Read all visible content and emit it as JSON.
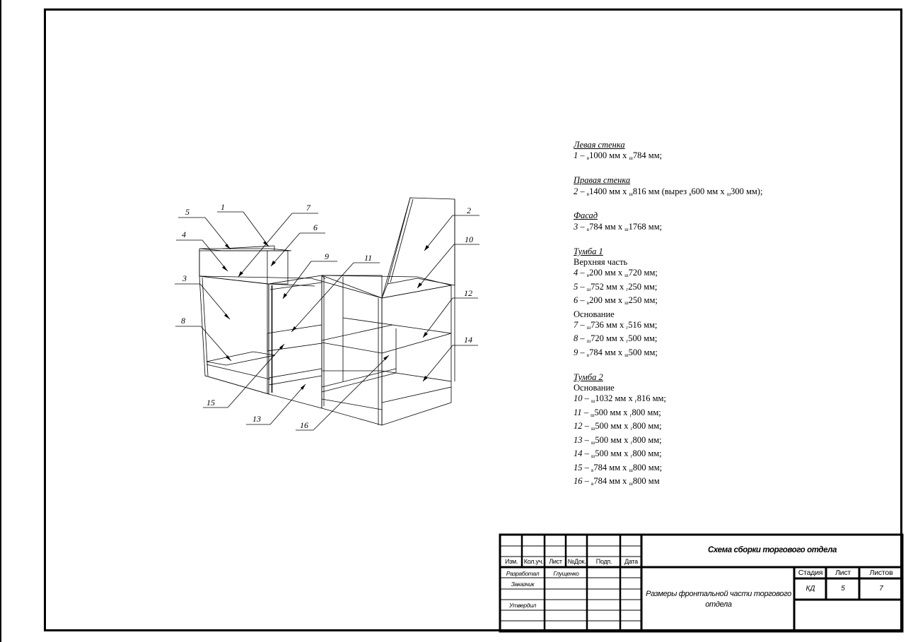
{
  "spec": {
    "groups": [
      {
        "heading": "Левая стенка",
        "lines": [
          {
            "num": "1",
            "text": [
              [
                "в",
                "1000 мм х "
              ],
              [
                "ш",
                "784 мм;"
              ]
            ]
          }
        ]
      },
      {
        "heading": "Правая стенка",
        "lines": [
          {
            "num": "2",
            "text": [
              [
                "в",
                "1400 мм х "
              ],
              [
                "ш",
                "816 мм (вырез "
              ],
              [
                "в",
                "600 мм х "
              ],
              [
                "ш",
                "300 мм);"
              ]
            ]
          }
        ]
      },
      {
        "heading": "Фасад",
        "lines": [
          {
            "num": "3",
            "text": [
              [
                "в",
                "784 мм х "
              ],
              [
                "ш",
                "1768 мм;"
              ]
            ]
          }
        ]
      },
      {
        "heading": "Тумба 1",
        "lines": [
          {
            "plain": "Верхняя часть"
          },
          {
            "num": "4",
            "text": [
              [
                "в",
                "200 мм х "
              ],
              [
                "ш",
                "720 мм;"
              ]
            ]
          },
          {
            "num": "5",
            "text": [
              [
                "ш",
                "752 мм х "
              ],
              [
                "г",
                "250 мм;"
              ]
            ]
          },
          {
            "num": "6",
            "text": [
              [
                "в",
                "200 мм х "
              ],
              [
                "ш",
                "250 мм;"
              ]
            ]
          },
          {
            "plain": "Основание"
          },
          {
            "num": "7",
            "text": [
              [
                "ш",
                "736 мм х "
              ],
              [
                "г",
                "516 мм;"
              ]
            ]
          },
          {
            "num": "8",
            "text": [
              [
                "ш",
                "720 мм х "
              ],
              [
                "г",
                "500 мм;"
              ]
            ]
          },
          {
            "num": "9",
            "text": [
              [
                "в",
                "784 мм х "
              ],
              [
                "ш",
                "500 мм;"
              ]
            ]
          }
        ]
      },
      {
        "heading": "Тумба 2",
        "lines": [
          {
            "plain": "Основание"
          },
          {
            "num": "10",
            "text": [
              [
                "ш",
                "1032 мм х "
              ],
              [
                "г",
                "816 мм;"
              ]
            ]
          },
          {
            "num": "11",
            "text": [
              [
                "ш",
                "500 мм х "
              ],
              [
                "г",
                "800 мм;"
              ]
            ]
          },
          {
            "num": "12",
            "text": [
              [
                "ш",
                "500 мм х "
              ],
              [
                "г",
                "800 мм;"
              ]
            ]
          },
          {
            "num": "13",
            "text": [
              [
                "ш",
                "500 мм х "
              ],
              [
                "г",
                "800 мм;"
              ]
            ]
          },
          {
            "num": "14",
            "text": [
              [
                "ш",
                "500 мм х "
              ],
              [
                "г",
                "800 мм;"
              ]
            ]
          },
          {
            "num": "15",
            "text": [
              [
                "в",
                "784 мм х "
              ],
              [
                "ш",
                "800 мм;"
              ]
            ]
          },
          {
            "num": "16",
            "text": [
              [
                "в",
                "784 мм х "
              ],
              [
                "ш",
                "800 мм"
              ]
            ]
          }
        ]
      }
    ],
    "dash": " – "
  },
  "callouts": [
    "1",
    "2",
    "3",
    "4",
    "5",
    "6",
    "7",
    "8",
    "9",
    "10",
    "11",
    "12",
    "13",
    "14",
    "15",
    "16"
  ],
  "title_block": {
    "col_izm": "Изм.",
    "col_kol": "Кол.уч.",
    "col_list": "Лист",
    "col_doc": "№Док.",
    "col_podp": "Подп.",
    "col_data": "Дата",
    "razrabotal": "Разработал",
    "razrabotal_name": "Глущенко",
    "zakazchik": "Заказчик",
    "utverdil": "Утвердил",
    "title": "Схема сборки торгового отдела",
    "subtitle": "Размеры фронтальной части торгового отдела",
    "stadiya_label": "Стадия",
    "list_label": "Лист",
    "listov_label": "Листов",
    "stadiya": "КД",
    "list": "5",
    "listov": "7"
  }
}
